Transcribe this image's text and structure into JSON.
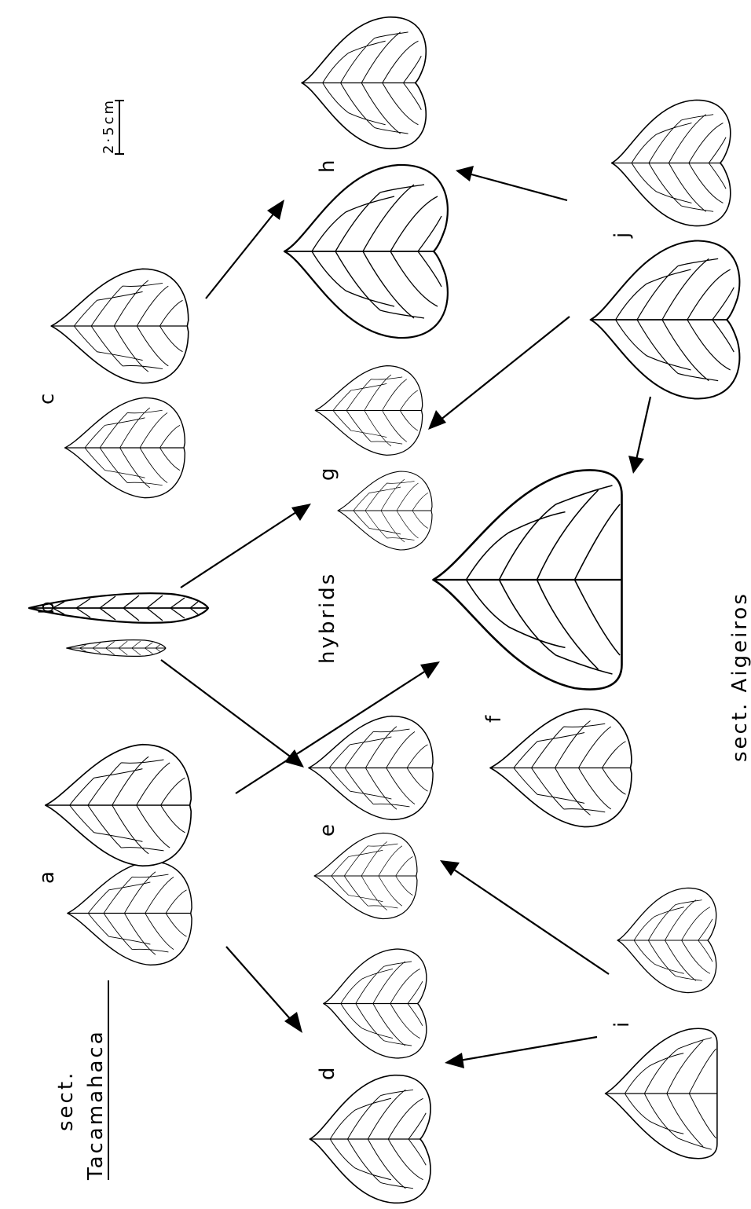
{
  "labels": {
    "a": "a",
    "b": "b",
    "c": "c",
    "d": "d",
    "e": "e",
    "f": "f",
    "g": "g",
    "h": "h",
    "i": "i",
    "j": "j"
  },
  "sections": {
    "tacamahaca_line1": "sect.",
    "tacamahaca_line2": "Tacamahaca",
    "hybrids": "hybrids",
    "aigeiros": "sect. Aigeiros"
  },
  "scale_bar": "2·5cm",
  "colors": {
    "ink": "#000000",
    "paper": "#ffffff"
  }
}
